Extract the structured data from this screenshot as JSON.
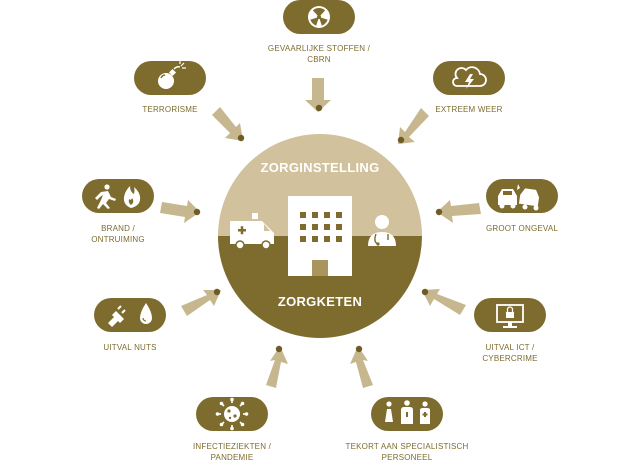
{
  "colors": {
    "olive": "#7d6c2e",
    "tan": "#d1c19c",
    "arrow": "#c7b78f",
    "dot": "#6e5c24",
    "white": "#ffffff"
  },
  "center": {
    "top_label": "ZORGINSTELLING",
    "bottom_label": "ZORGKETEN",
    "icons": [
      "ambulance-icon",
      "hospital-building-icon",
      "doctor-icon"
    ]
  },
  "threats": {
    "cbrn": {
      "lines": [
        "GEVAARLIJKE STOFFEN /",
        "CBRN"
      ],
      "icon": "radiation-icon"
    },
    "weather": {
      "lines": [
        "EXTREEM WEER"
      ],
      "icon": "storm-cloud-icon"
    },
    "accident": {
      "lines": [
        "GROOT ONGEVAL"
      ],
      "icon": "car-crash-icon"
    },
    "ict": {
      "lines": [
        "UITVAL ICT /",
        "CYBERCRIME"
      ],
      "icon": "locked-monitor-icon"
    },
    "staff": {
      "lines": [
        "TEKORT AAN SPECIALISTISCH",
        "PERSONEEL"
      ],
      "icon": "medical-staff-icon"
    },
    "pandemic": {
      "lines": [
        "INFECTIEZIEKTEN /",
        "PANDEMIE"
      ],
      "icon": "virus-icon"
    },
    "utilities": {
      "lines": [
        "UITVAL NUTS"
      ],
      "icon": "plug-water-icon"
    },
    "fire": {
      "lines": [
        "BRAND /",
        "ONTRUIMING"
      ],
      "icon": "running-fire-icon"
    },
    "terror": {
      "lines": [
        "TERRORISME"
      ],
      "icon": "bomb-icon"
    }
  }
}
